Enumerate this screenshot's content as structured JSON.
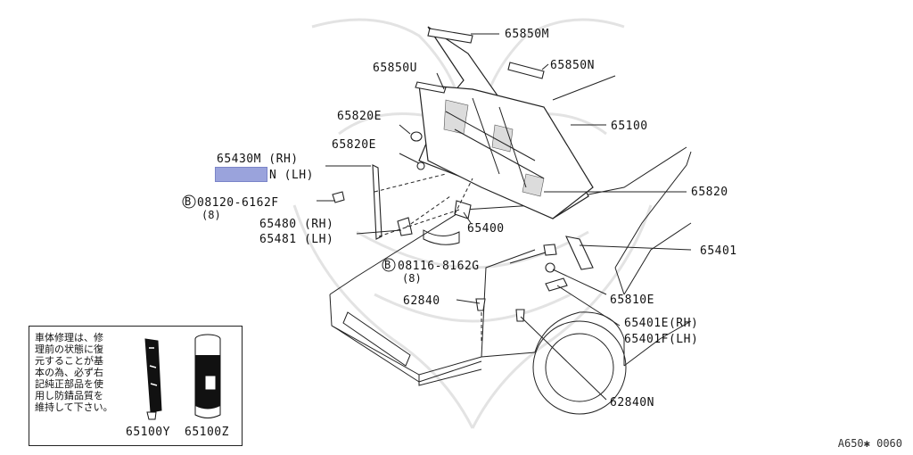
{
  "labels": {
    "p65850M": "65850M",
    "p65850N": "65850N",
    "p65850U": "65850U",
    "p65820E_a": "65820E",
    "p65820E_b": "65820E",
    "p65100": "65100",
    "p65430M": "65430M (RH)",
    "p65430N": "N (LH)",
    "p08120": "08120-6162F",
    "p08120_qty": "(8)",
    "p65480": "65480 (RH)",
    "p65481": "65481 (LH)",
    "p65400": "65400",
    "p65820": "65820",
    "p65401": "65401",
    "p08116": "08116-8162G",
    "p08116_qty": "(8)",
    "p62840": "62840",
    "p65810E": "65810E",
    "p65401E": "65401E(RH)",
    "p65401F": "65401F(LH)",
    "p62840N": "62840N",
    "bolt_mark": "B"
  },
  "note": {
    "text": "車体修理は、修\n理前の状態に復\n元することが基\n本の為、必ず右\n記純正部品を使\n用し防錆品質を\n維持して下さい。",
    "code_y": "65100Y",
    "code_z": "65100Z"
  },
  "footer": "A650✱ 0060",
  "colors": {
    "highlight": "#9aa3dc",
    "ink": "#222222"
  }
}
